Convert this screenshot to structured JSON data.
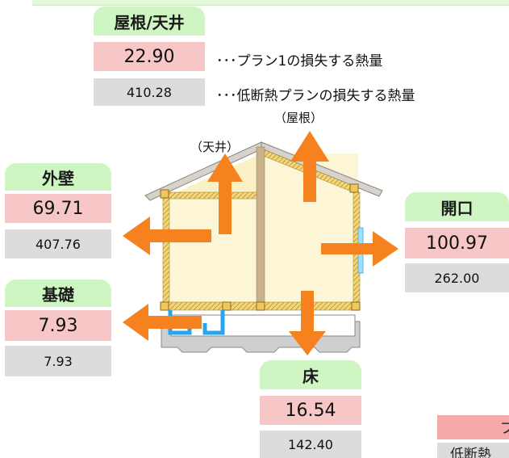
{
  "roof": {
    "title": "屋根/天井",
    "plan1": "22.90",
    "low": "410.28"
  },
  "legend": {
    "plan1": "･･･プラン1の損失する熱量",
    "low": "･･･低断熱プランの損失する熱量"
  },
  "labels": {
    "roof": "（屋根）",
    "ceiling": "（天井）"
  },
  "wall": {
    "title": "外壁",
    "plan1": "69.71",
    "low": "407.76"
  },
  "foundation": {
    "title": "基礎",
    "plan1": "7.93",
    "low": "7.93"
  },
  "opening": {
    "title": "開口",
    "plan1": "100.97",
    "low": "262.00"
  },
  "floor": {
    "title": "床",
    "plan1": "16.54",
    "low": "142.40"
  },
  "bottom_legend": {
    "plan1": "プラ",
    "low": "低断熱"
  },
  "colors": {
    "arrow": "#f5821f",
    "tab": "#cef5c2",
    "plan1": "#f7c6c6",
    "low": "#dcdcdc",
    "wall": "#fbf3d0",
    "sill": "#f0c75a",
    "window": "#9fe0ff",
    "floor_gray": "#cfcfcf"
  }
}
